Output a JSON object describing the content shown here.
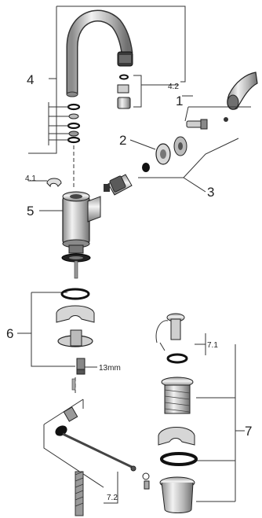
{
  "labels": {
    "part_1": "1",
    "part_2": "2",
    "part_3": "3",
    "part_4": "4",
    "part_4_1": "4.1",
    "part_4_2": "4.2",
    "part_5": "5",
    "part_6": "6",
    "part_7": "7",
    "part_7_1": "7.1",
    "part_7_2": "7.2",
    "dimension_13mm": "13mm"
  },
  "colors": {
    "metal_light": "#d9d9d9",
    "metal_mid": "#a8a8a8",
    "metal_dark": "#5a5a5a",
    "rubber": "#111111",
    "line": "#333333"
  }
}
